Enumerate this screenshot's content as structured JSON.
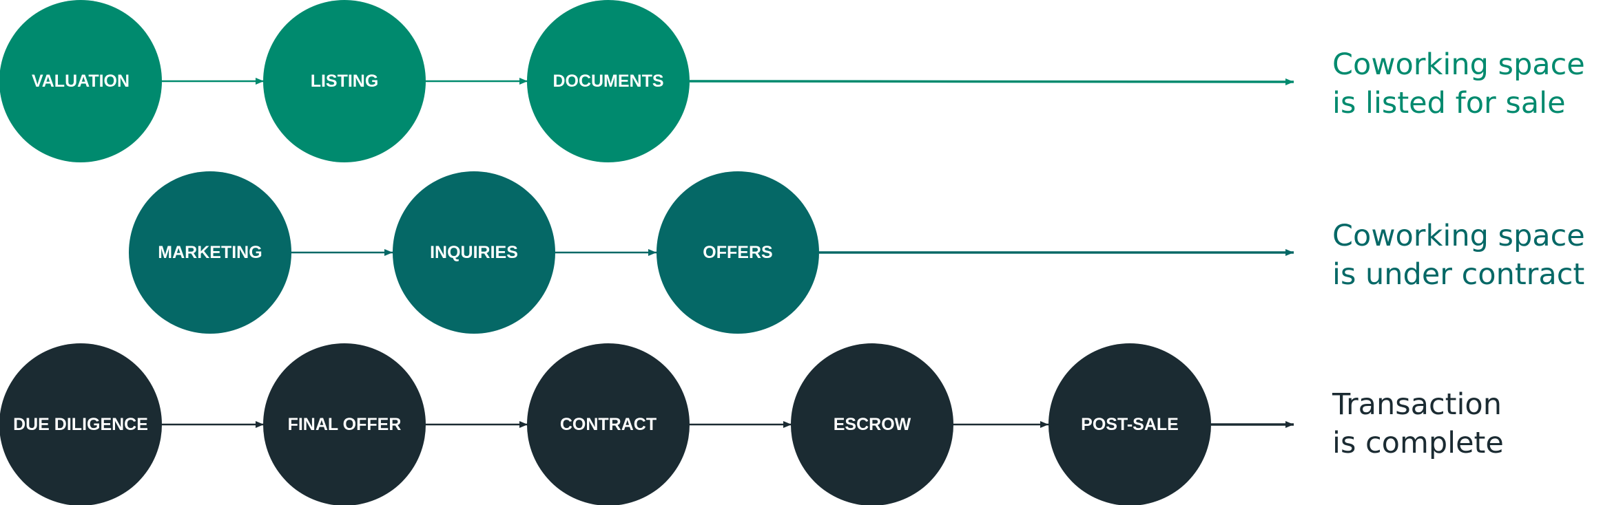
{
  "rows": [
    {
      "color": "#008a6e",
      "stages": [
        "VALUATION",
        "LISTING",
        "DOCUMENTS"
      ],
      "outcome": [
        "Coworking space",
        "is listed for sale"
      ]
    },
    {
      "color": "#056866",
      "stages": [
        "MARKETING",
        "INQUIRIES",
        "OFFERS"
      ],
      "outcome": [
        "Coworking space",
        "is under contract"
      ]
    },
    {
      "color": "#1b2b32",
      "stages": [
        "DUE DILIGENCE",
        "FINAL OFFER",
        "CONTRACT",
        "ESCROW",
        "POST-SALE"
      ],
      "outcome": [
        "Transaction",
        "is complete"
      ]
    }
  ]
}
